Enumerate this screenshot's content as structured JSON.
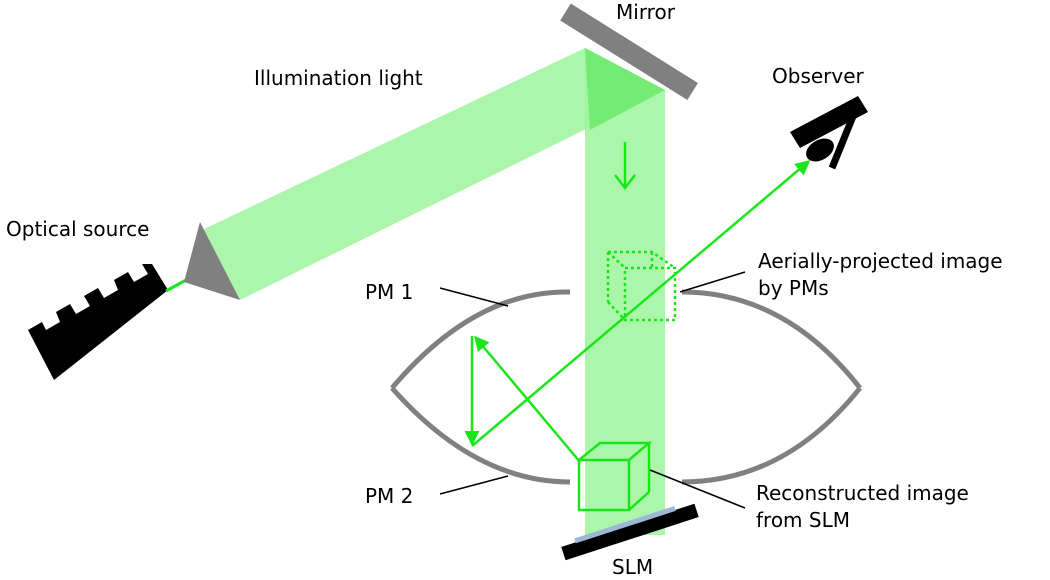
{
  "labels": {
    "mirror": "Mirror",
    "illumination_light": "Illumination light",
    "observer": "Observer",
    "optical_source": "Optical source",
    "pm1": "PM 1",
    "pm2": "PM 2",
    "aerial_line1": "Aerially-projected image",
    "aerial_line2": "by PMs",
    "reconstructed_line1": "Reconstructed image",
    "reconstructed_line2": "from SLM",
    "slm": "SLM"
  },
  "colors": {
    "beam": "#9ef59e",
    "beam_overlap": "#6fea6f",
    "ray": "#19e619",
    "optic_gray": "#808080",
    "dark": "#000000",
    "slm_surface": "#9fb7d6"
  }
}
